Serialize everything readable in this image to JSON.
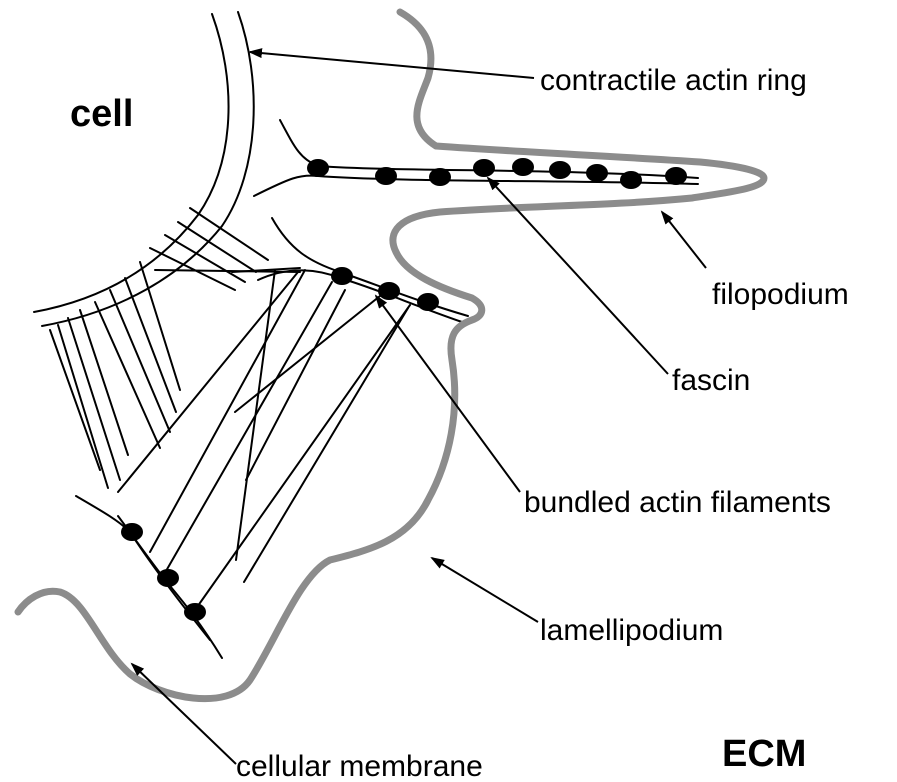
{
  "labels": {
    "cell": "cell",
    "ecm": "ECM",
    "contractile_actin_ring": "contractile actin ring",
    "filopodium": "filopodium",
    "fascin": "fascin",
    "bundled_actin_filaments": "bundled actin filaments",
    "lamellipodium": "lamellipodium",
    "cellular_membrane": "cellular membrane"
  },
  "colors": {
    "membrane": "#8c8c8c",
    "lines": "#000000",
    "background": "#ffffff"
  }
}
